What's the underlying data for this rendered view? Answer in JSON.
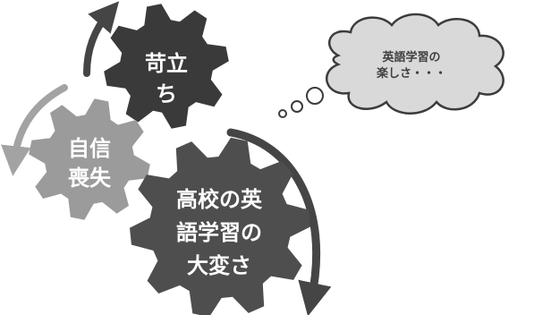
{
  "colors": {
    "gear_dark": "#3a3a3a",
    "gear_mid": "#4e4e4e",
    "gear_light": "#9b9b9b",
    "arrow_dark": "#454545",
    "arrow_light": "#a3a3a3",
    "cloud_fill": "#d9d9d9",
    "cloud_stroke": "#3c3c3c"
  },
  "gears": {
    "irritation": {
      "lines": [
        "苛立",
        "ち"
      ]
    },
    "confidence": {
      "lines": [
        "自信",
        "喪失"
      ]
    },
    "difficulty": {
      "lines": [
        "高校の英",
        "語学習の",
        "大変さ"
      ]
    }
  },
  "thought": {
    "lines": [
      "英語学習の",
      "楽しさ・・・"
    ]
  }
}
